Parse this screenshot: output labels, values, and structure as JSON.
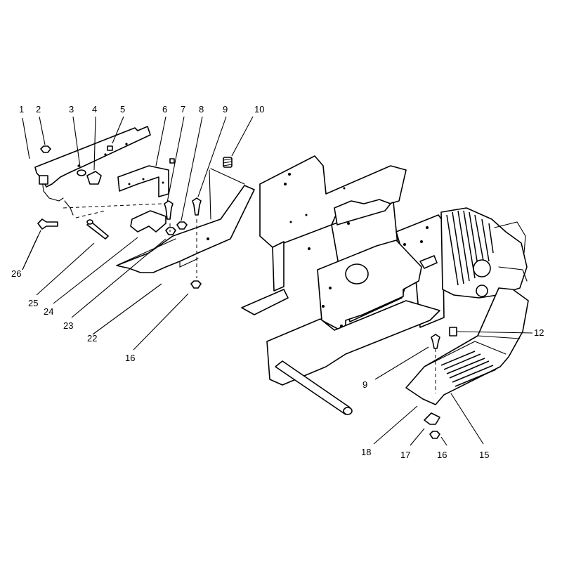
{
  "callouts": {
    "c1": "1",
    "c2": "2",
    "c3": "3",
    "c4": "4",
    "c5": "5",
    "c6": "6",
    "c7": "7",
    "c8": "8",
    "c9a": "9",
    "c10": "10",
    "c26": "26",
    "c25": "25",
    "c24": "24",
    "c23": "23",
    "c22": "22",
    "c16a": "16",
    "c12": "12",
    "c9b": "9",
    "c18": "18",
    "c17": "17",
    "c16b": "16",
    "c15": "15"
  }
}
